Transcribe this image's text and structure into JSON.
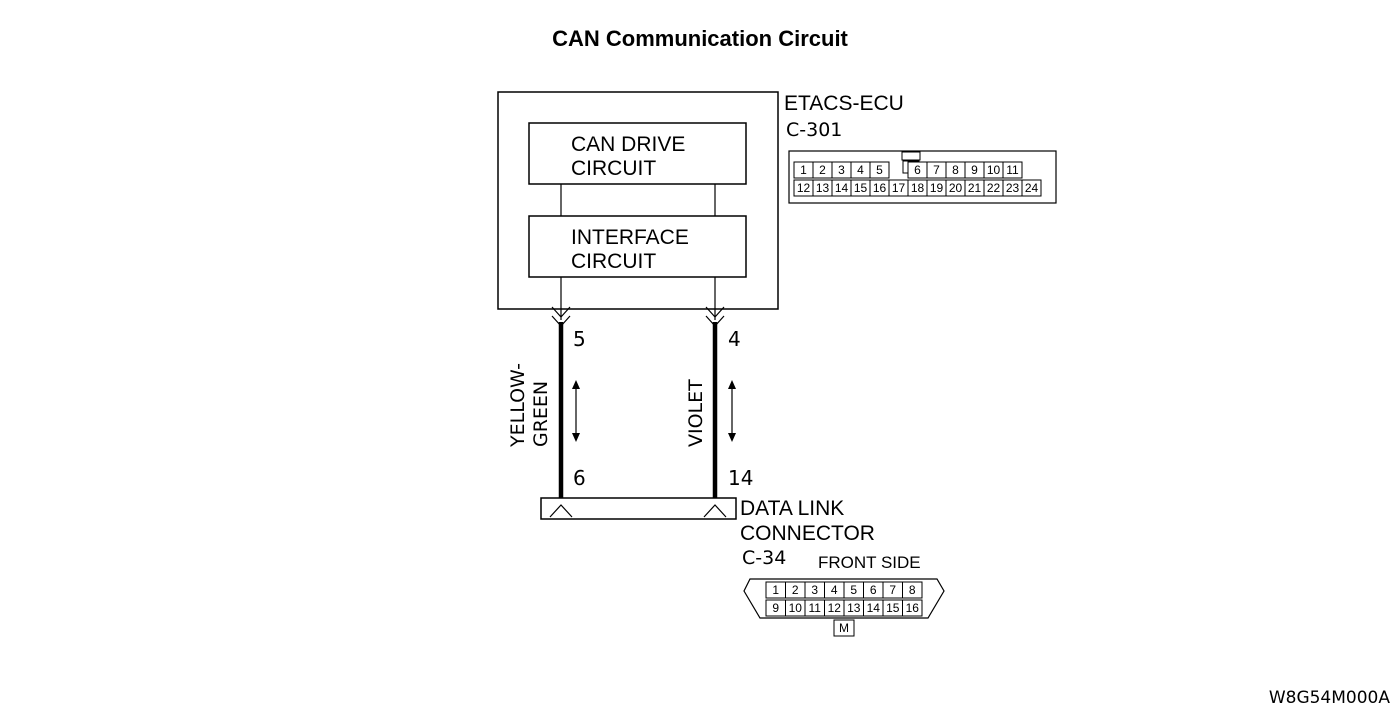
{
  "title": "CAN Communication Circuit",
  "ecu": {
    "name": "ETACS-ECU",
    "connector": "C-301",
    "blocks": {
      "drive_line1": "CAN DRIVE",
      "drive_line2": "CIRCUIT",
      "iface_line1": "INTERFACE",
      "iface_line2": "CIRCUIT"
    },
    "pins_top": [
      "1",
      "2",
      "3",
      "4",
      "5",
      "",
      "6",
      "7",
      "8",
      "9",
      "10",
      "11"
    ],
    "pins_bottom": [
      "12",
      "13",
      "14",
      "15",
      "16",
      "17",
      "18",
      "19",
      "20",
      "21",
      "22",
      "23",
      "24"
    ]
  },
  "wires": {
    "left": {
      "color_line1": "YELLOW-",
      "color_line2": "GREEN",
      "ecu_pin": "5",
      "dlc_pin": "6"
    },
    "right": {
      "color": "VIOLET",
      "ecu_pin": "4",
      "dlc_pin": "14"
    }
  },
  "dlc": {
    "name_line1": "DATA LINK",
    "name_line2": "CONNECTOR",
    "connector": "C-34",
    "side": "FRONT SIDE",
    "pins_top": [
      "1",
      "2",
      "3",
      "4",
      "5",
      "6",
      "7",
      "8"
    ],
    "pins_bottom": [
      "9",
      "10",
      "11",
      "12",
      "13",
      "14",
      "15",
      "16"
    ],
    "mark": "M"
  },
  "figure_code": "W8G54M000A"
}
